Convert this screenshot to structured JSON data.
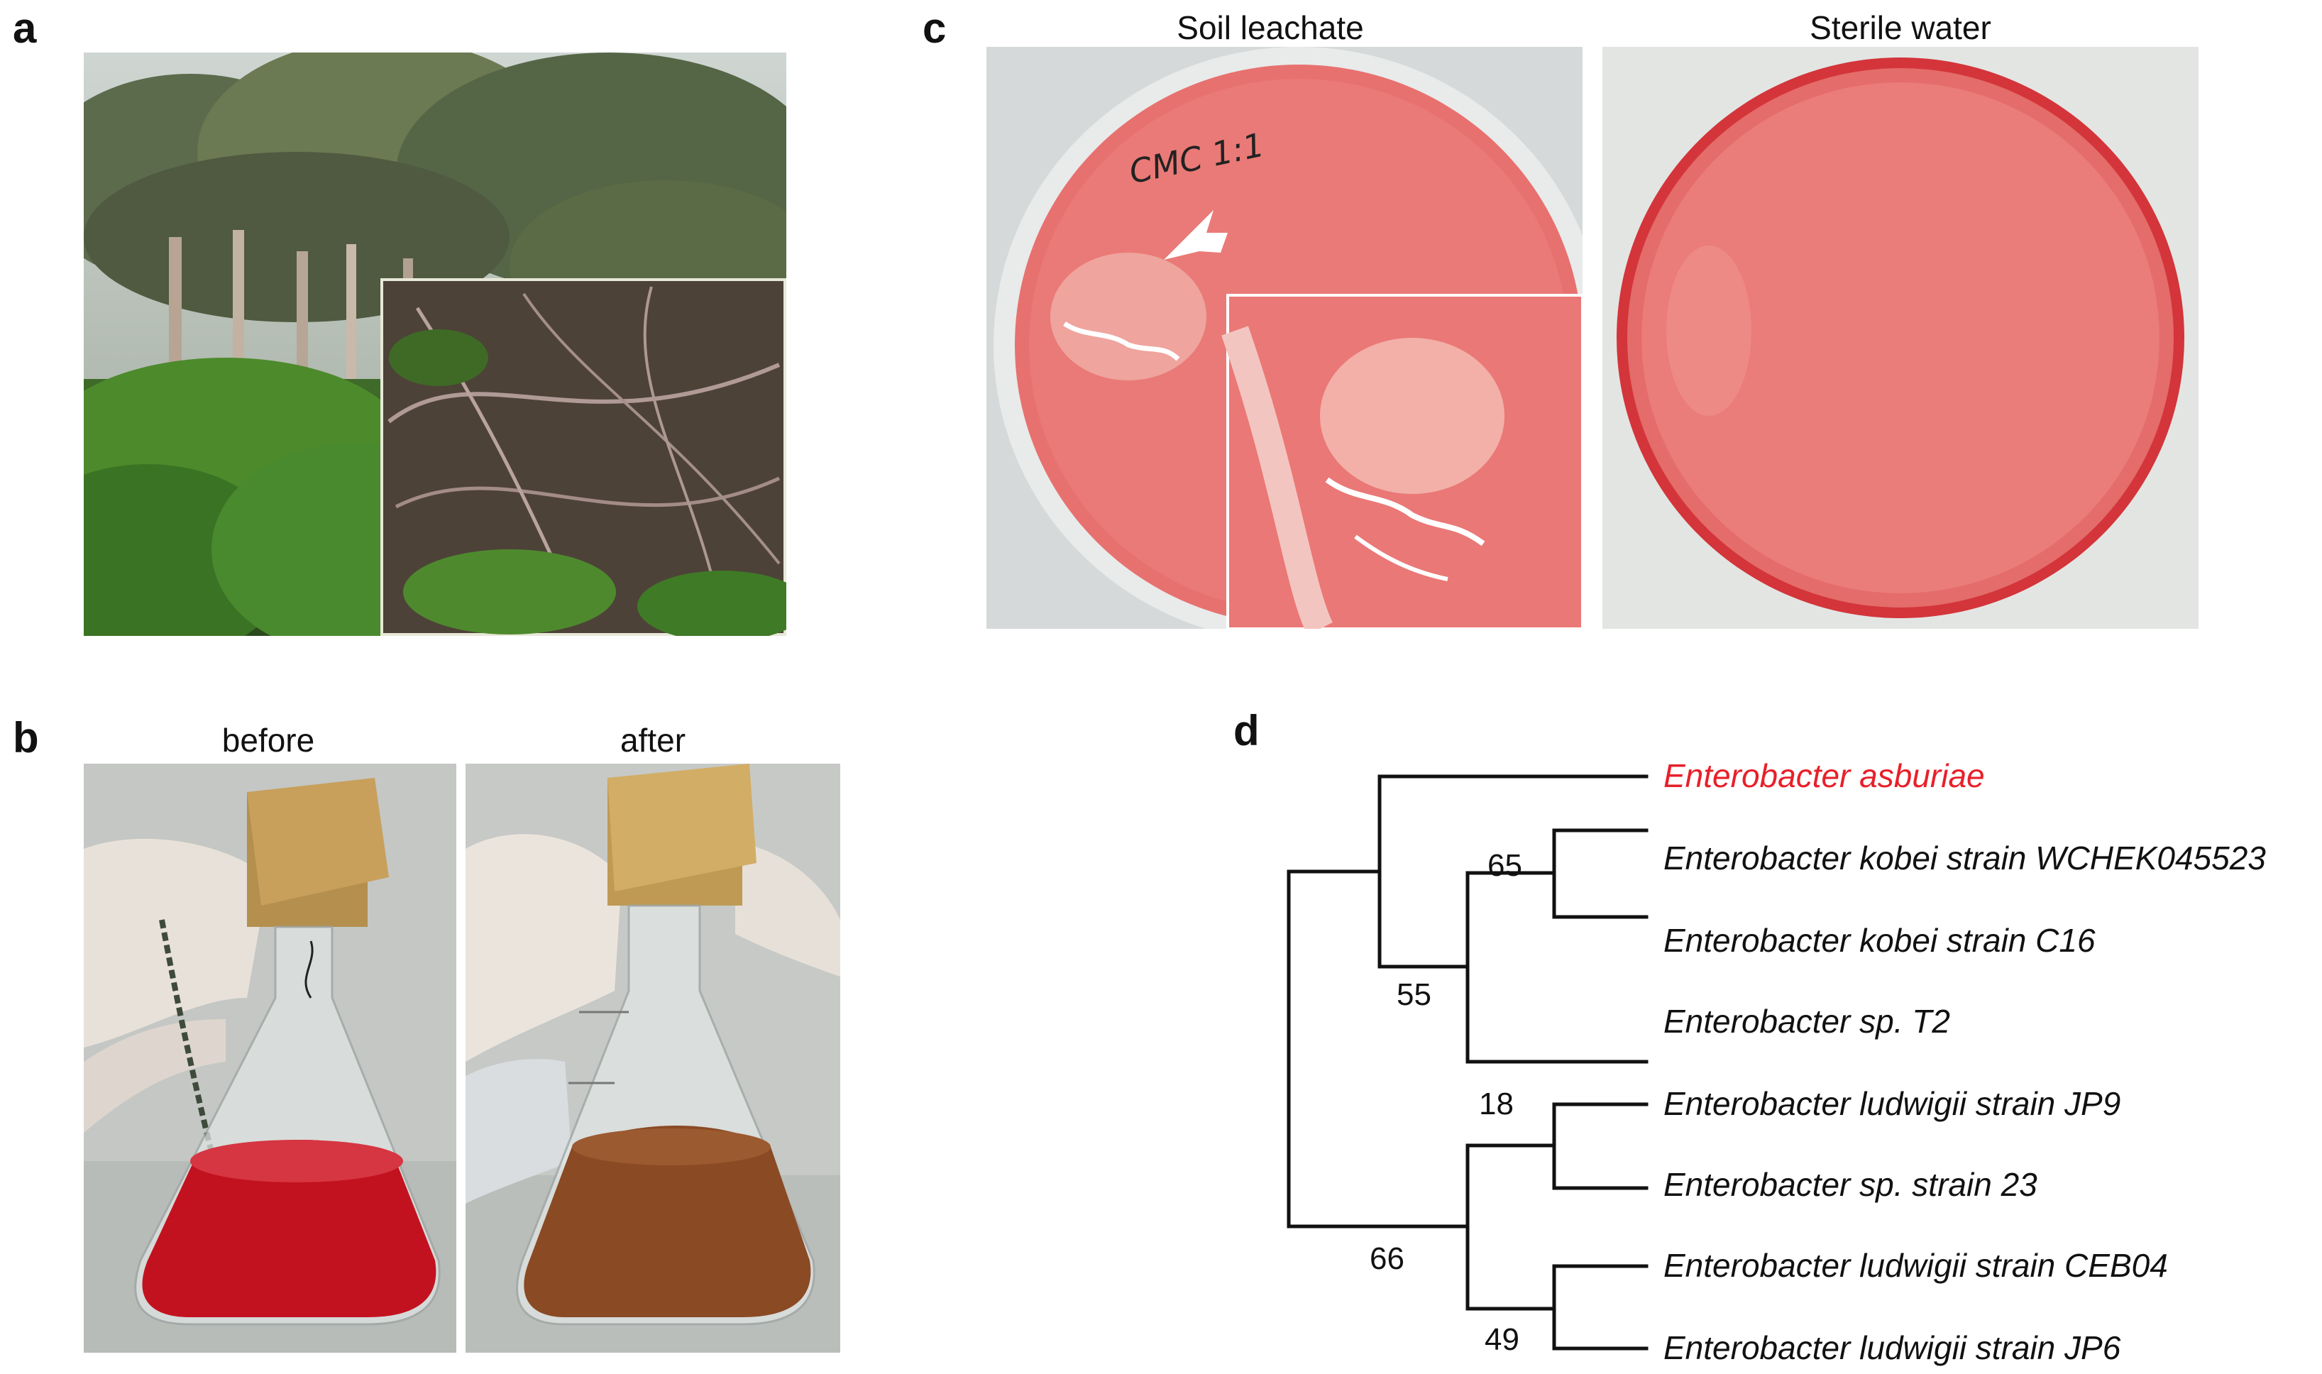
{
  "panels": {
    "a": {
      "letter": "a"
    },
    "b": {
      "letter": "b",
      "left_caption": "before",
      "right_caption": "after"
    },
    "c": {
      "letter": "c",
      "left_caption": "Soil leachate",
      "right_caption": "Sterile water",
      "dish_label": "CMC 1:1"
    },
    "d": {
      "letter": "d"
    }
  },
  "tree": {
    "leaves": [
      {
        "name": "Enterobacter asburiae",
        "highlight": true
      },
      {
        "name": "Enterobacter kobei strain WCHEK045523",
        "highlight": false
      },
      {
        "name": "Enterobacter kobei strain C16",
        "highlight": false
      },
      {
        "name": "Enterobacter sp. T2",
        "highlight": false
      },
      {
        "name": "Enterobacter ludwigii strain JP9",
        "highlight": false
      },
      {
        "name": "Enterobacter sp. strain 23",
        "highlight": false
      },
      {
        "name": "Enterobacter ludwigii strain CEB04",
        "highlight": false
      },
      {
        "name": "Enterobacter ludwigii strain JP6",
        "highlight": false
      }
    ],
    "bootstrap": [
      "65",
      "55",
      "18",
      "66",
      "49"
    ],
    "highlight_color": "#e8202a",
    "line_color": "#111111"
  }
}
